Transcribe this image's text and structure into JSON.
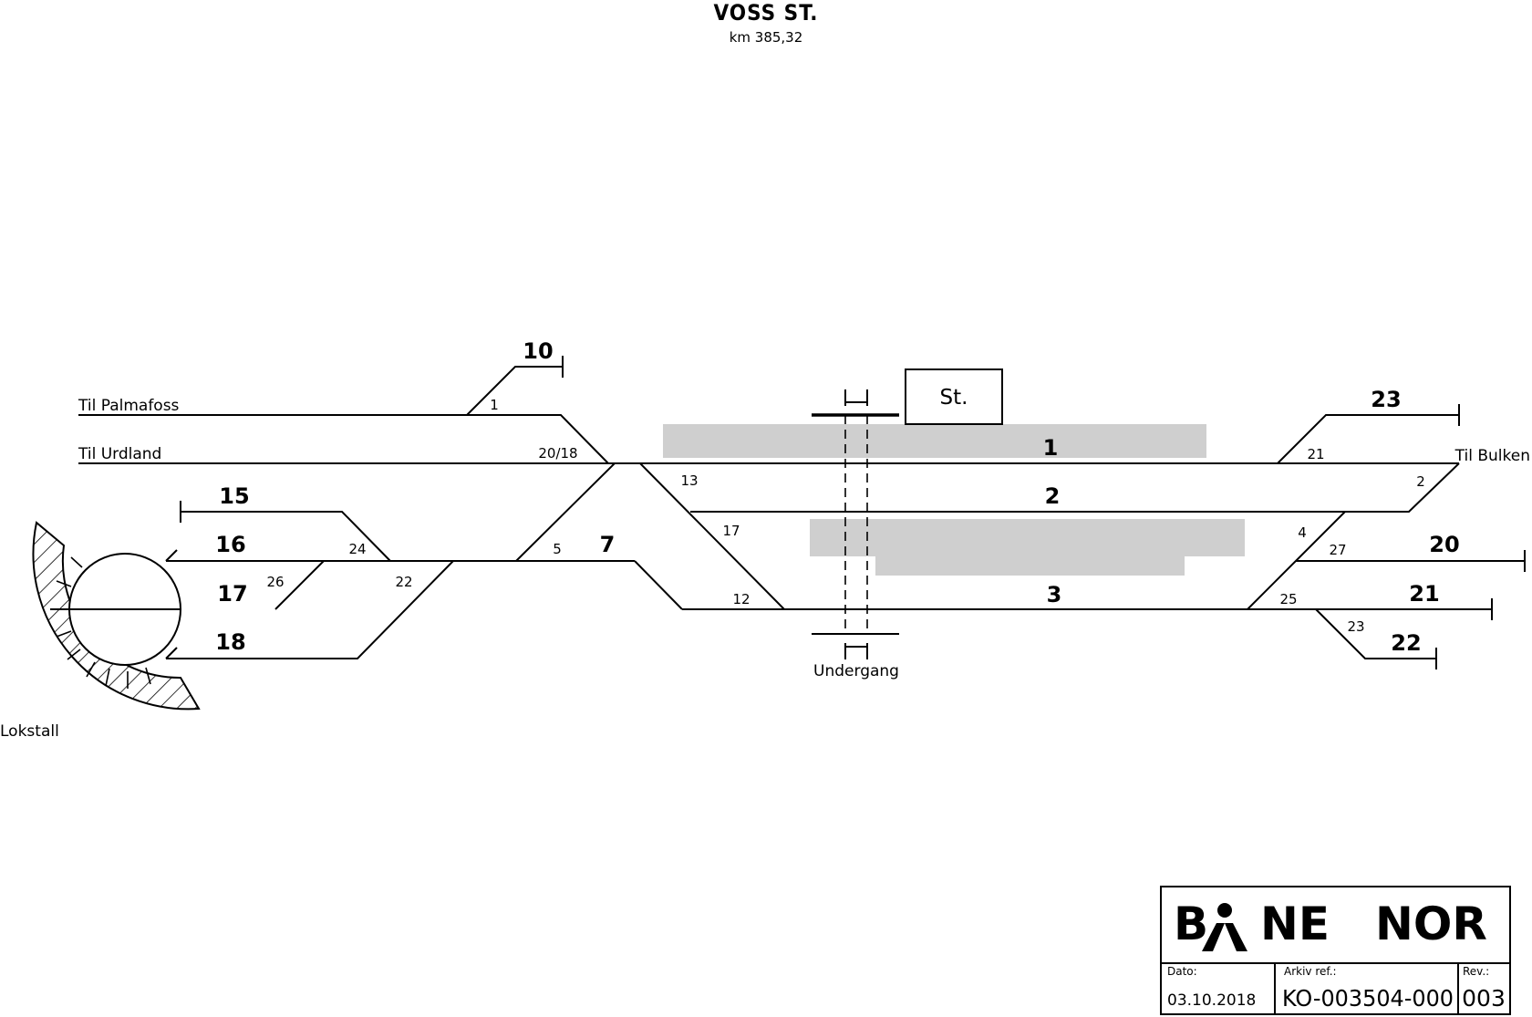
{
  "title": "VOSS ST.",
  "subtitle": "km 385,32",
  "directions": {
    "palmafoss": "Til Palmafoss",
    "urdland": "Til Urdland",
    "bulken": "Til Bulken"
  },
  "tracks": {
    "t1": "1",
    "t2": "2",
    "t3": "3",
    "t7": "7",
    "t10": "10",
    "t15": "15",
    "t16": "16",
    "t17": "17",
    "t18": "18",
    "t20": "20",
    "t21": "21",
    "t22": "22",
    "t23": "23"
  },
  "switches": {
    "s1": "1",
    "s2": "2",
    "s4": "4",
    "s5": "5",
    "s12": "12",
    "s13": "13",
    "s17": "17",
    "s20_18": "20/18",
    "s21": "21",
    "s22": "22",
    "s23": "23",
    "s24": "24",
    "s25": "25",
    "s26": "26",
    "s27": "27"
  },
  "station_building": "St.",
  "underpass": "Undergang",
  "lokstall": "Lokstall",
  "logo": "BANE NOR",
  "title_block": {
    "date_label": "Dato:",
    "date_value": "03.10.2018",
    "archive_label": "Arkiv ref.:",
    "archive_value": "KO-003504-000",
    "rev_label": "Rev.:",
    "rev_value": "003"
  },
  "colors": {
    "line": "#000000",
    "platform": "#cfcfcf",
    "background": "#ffffff"
  }
}
